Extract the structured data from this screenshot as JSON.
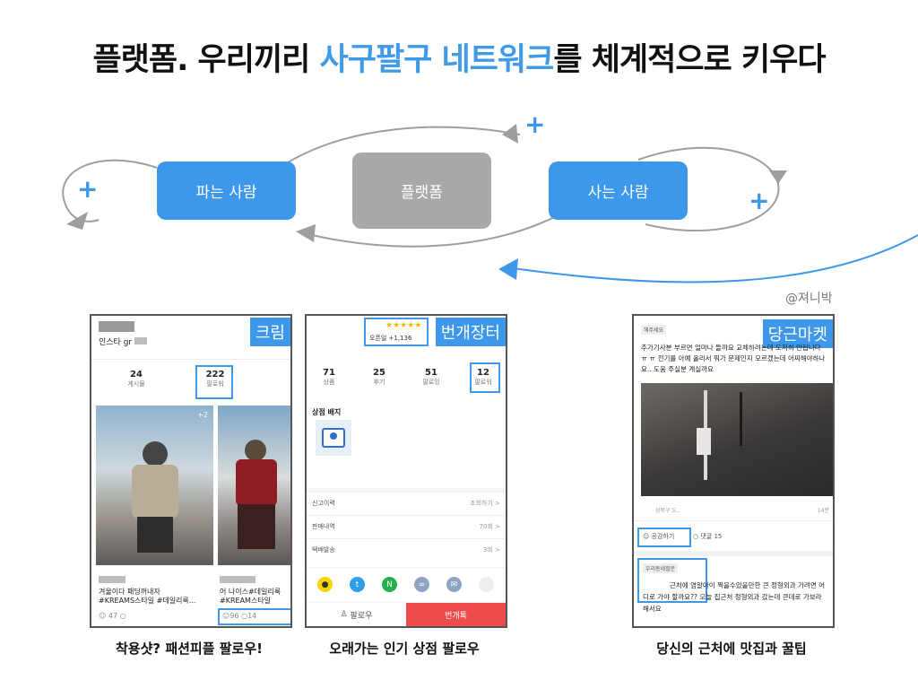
{
  "title": {
    "part1": "플랫폼. 우리끼리 ",
    "highlight": "사구팔구 네트워크",
    "part2": "를 체계적으로 키우다"
  },
  "diagram": {
    "seller_label": "파는 사람",
    "platform_label": "플랫폼",
    "buyer_label": "사는 사람",
    "plus": "+"
  },
  "handle": "@져니박",
  "kream": {
    "badge": "크림",
    "profile_name": "인스타 gr",
    "stats": [
      {
        "value": "24",
        "label": "게시물"
      },
      {
        "value": "222",
        "label": "팔로워"
      }
    ],
    "post1": {
      "caption": "겨울이다 패딩꺼내자",
      "tags": "#KREAMS스타일 #데일리룩...",
      "likes": "47"
    },
    "post2": {
      "caption": "어 나이스#데일리룩",
      "tags": "#KREAM스타일",
      "likes": "96",
      "comments": "14"
    },
    "plus_count": "+2",
    "caption": "착용샷? 패션피플 팔로우!"
  },
  "bungae": {
    "badge": "번개장터",
    "stars": "★★★★★",
    "rating_text": "오픈일 +1,136",
    "stats": [
      {
        "value": "71",
        "label": "상품"
      },
      {
        "value": "25",
        "label": "후기"
      },
      {
        "value": "51",
        "label": "팔로잉"
      },
      {
        "value": "12",
        "label": "팔로워"
      }
    ],
    "section_badge": "상점 배지",
    "rows": [
      {
        "label": "신고이력",
        "value": "조회하기 >"
      },
      {
        "label": "판매내역",
        "value": "70회 >"
      },
      {
        "label": "택배발송",
        "value": "3회 >"
      }
    ],
    "follow_btn": "팔로우",
    "chat_btn": "번개톡",
    "caption": "오래가는 인기 상점 팔로우"
  },
  "daangn": {
    "badge": "당근마켓",
    "tag": "해주세요",
    "post_text": "추가기사분 부르면 얼마나 들까요 교체하려는데 도저히 안됩니다 ㅠ ㅠ 전기를 아예 올리서 뭐가 문제인지 모르겠는데 어찌해야하나요.. 도움 주실분 계실까요",
    "location": "· 성북구 도..",
    "time": "14분",
    "empathy_btn": "공감하기",
    "comment_btn": "댓글 15",
    "local_tag": "우리동네질문",
    "q_text": "근처에 염알아이 찍을수있을만한 큰 정형외과 가려면 어디로 가야 할까요?? 오늘 집근처 정형외과 갔는데 큰데로 가보라해서요",
    "caption": "당신의 근처에 맛집과 꿀팁"
  },
  "colors": {
    "accent": "#3d97ea",
    "platform": "#a9a9a9",
    "arrow": "#9e9e9e"
  }
}
